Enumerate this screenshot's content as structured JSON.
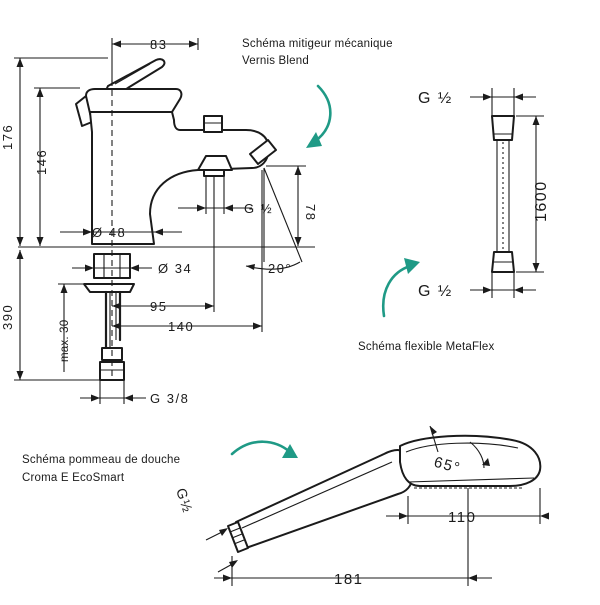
{
  "captions": {
    "mixer_title_line1": "Schéma mitigeur mécanique",
    "mixer_title_line2": "Vernis Blend",
    "hose_title": "Schéma flexible MetaFlex",
    "shower_title_line1": "Schéma pommeau de douche",
    "shower_title_line2": "Croma E EcoSmart"
  },
  "mixer_dims": {
    "width_top": "83",
    "height_total": "176",
    "height_body": "146",
    "diameter_base": "Ø 48",
    "diameter_stud": "Ø 34",
    "thread_spout": "G ½",
    "spout_height": "78",
    "angle": "20°",
    "below_deck": "390",
    "max_thickness": "max. 30",
    "dist_95": "95",
    "dist_140": "140",
    "thread_connection": "G 3/8"
  },
  "hose_dims": {
    "thread_top": "G ½",
    "length": "1600",
    "thread_bottom": "G ½"
  },
  "shower_dims": {
    "thread": "G½",
    "angle": "65°",
    "head_width": "110",
    "total_length": "181"
  },
  "colors": {
    "accent_arrow": "#1f9a86",
    "line": "#1b1b1b"
  }
}
